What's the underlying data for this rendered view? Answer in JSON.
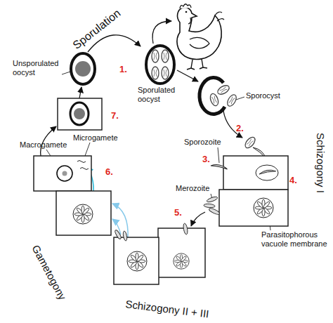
{
  "diagram": {
    "labels": [
      "Sporulation",
      "Unsporulated oocyst",
      "1.",
      "Sporulated oocyst",
      "Sporocyst",
      "2.",
      "Sporozoite",
      "3.",
      "Schizogony I",
      "4.",
      "Merozoite",
      "Parasitophorous vacuole membrane",
      "5.",
      "Schizogony II + III",
      "6.",
      "Macrogamete",
      "Microgamete",
      "Gametogony",
      "7."
    ]
  }
}
